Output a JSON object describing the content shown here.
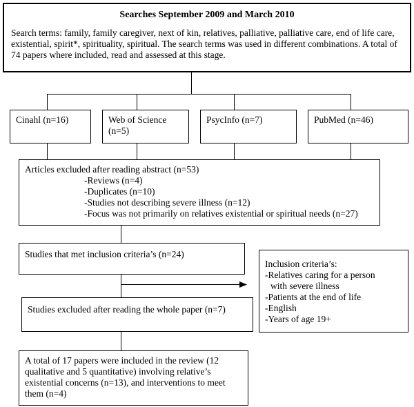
{
  "search_box": {
    "title": "Searches September 2009 and March 2010",
    "text": "Search terms: family, family caregiver, next of kin, relatives, palliative, palliative care, end of life care, existential, spirit*, spirituality, spiritual. The search terms was used in different combinations. A total of 74 papers where included, read and assessed  at this stage."
  },
  "databases": [
    {
      "line1": "Cinahl (n=16)",
      "line2": ""
    },
    {
      "line1": "Web of Science",
      "line2": "(n=5)"
    },
    {
      "line1": "PsycInfo (n=7)",
      "line2": ""
    },
    {
      "line1": "PubMed (n=46)",
      "line2": ""
    }
  ],
  "excluded_abstract": {
    "heading": "Articles excluded after reading abstract (n=53)",
    "items": [
      "-Reviews (n=4)",
      "-Duplicates (n=10)",
      "-Studies not describing severe illness (n=12)",
      "-Focus was not primarily on relatives existential or spiritual needs (n=27)"
    ]
  },
  "met_inclusion": "Studies that met inclusion criteria’s (n=24)",
  "excluded_whole": "Studies excluded after reading the whole paper (n=7)",
  "inclusion_criteria": {
    "heading": "Inclusion criteria’s:",
    "items": [
      "-Relatives caring for a person",
      " with severe illness",
      "-Patients at the end of life",
      "-English",
      "-Years of age 19+"
    ]
  },
  "final": "A total of 17 papers were included in the review (12 qualitative and 5 quantitative) involving relative’s existential concerns (n=13), and interventions to meet them (n=4)"
}
